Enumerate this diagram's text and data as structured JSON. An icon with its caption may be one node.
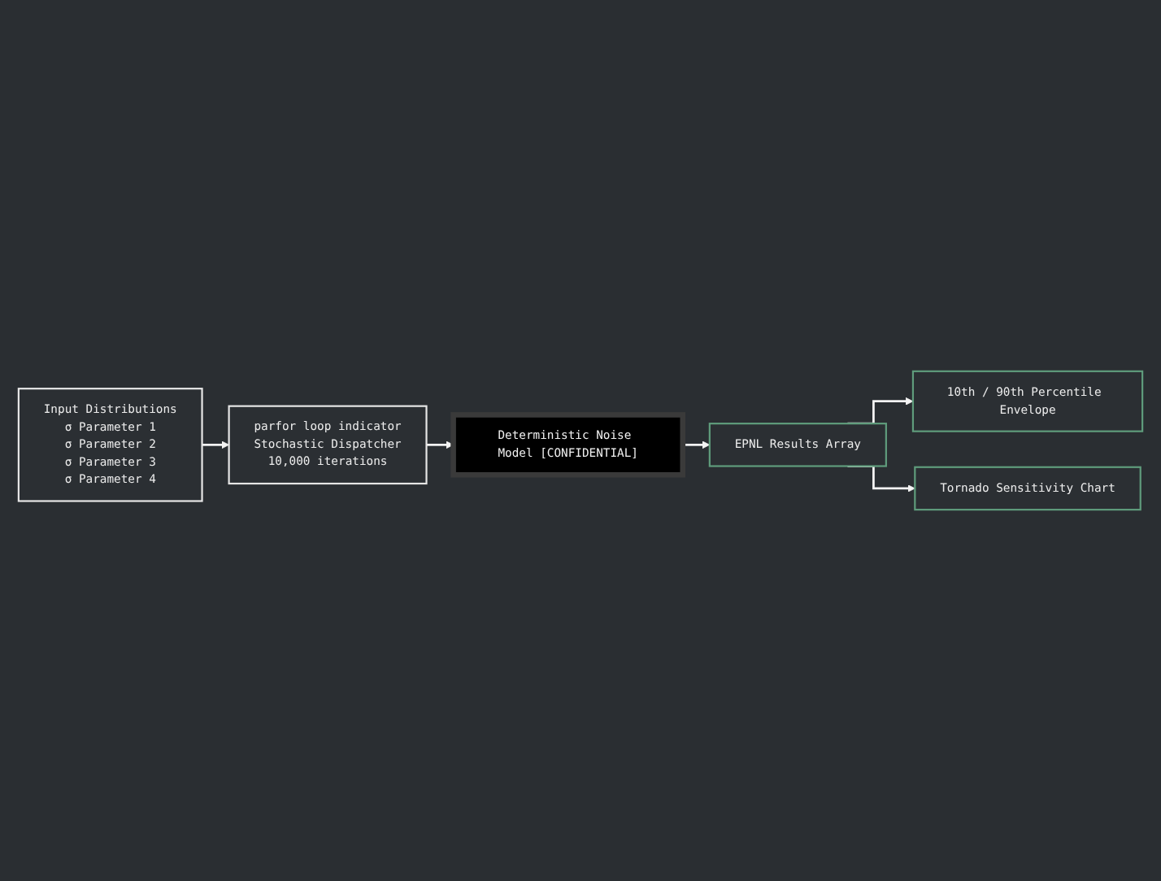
{
  "diagram": {
    "nodes": [
      {
        "text": [
          "Input Distributions",
          "σ Parameter 1",
          "σ Parameter 2",
          "σ Parameter 3",
          "σ Parameter 4"
        ]
      },
      {
        "text": [
          "parfor loop indicator",
          "Stochastic Dispatcher",
          "10,000 iterations"
        ]
      },
      {
        "text": [
          "Deterministic Noise Model [CONFIDENTIAL]"
        ]
      },
      {
        "text": [
          "EPNL Results Array"
        ]
      },
      {
        "text": [
          "10th / 90th Percentile Envelope"
        ]
      },
      {
        "text": [
          "Tornado Sensitivity Chart"
        ]
      }
    ],
    "edges": [
      {
        "from": 0,
        "to": 1,
        "arrow": "to"
      },
      {
        "from": 1,
        "to": 2,
        "arrow": "to"
      },
      {
        "from": 2,
        "to": 3,
        "arrow": "to"
      },
      {
        "from": 3,
        "to": 4,
        "arrow": "to"
      },
      {
        "from": 3,
        "to": 5,
        "arrow": "to"
      }
    ]
  }
}
